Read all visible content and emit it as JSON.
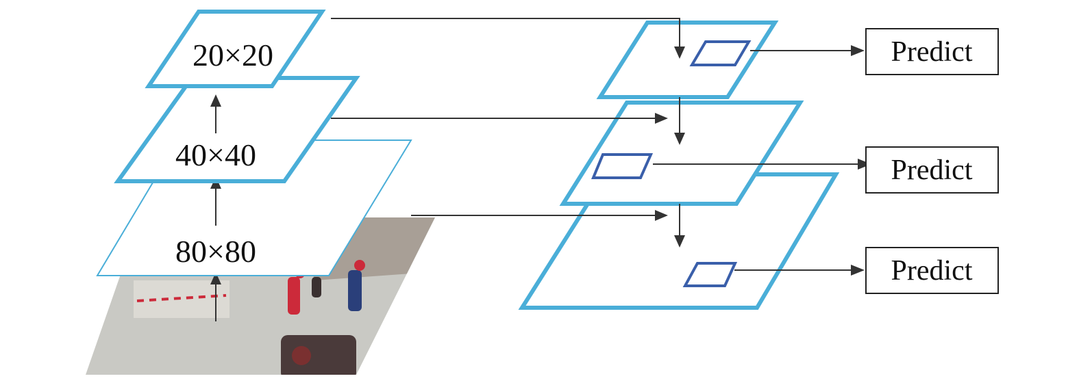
{
  "feature_pyramid": {
    "levels": [
      {
        "label": "80×80"
      },
      {
        "label": "40×40"
      },
      {
        "label": "20×20"
      }
    ]
  },
  "outputs": [
    {
      "label": "Predict"
    },
    {
      "label": "Predict"
    },
    {
      "label": "Predict"
    }
  ],
  "colors": {
    "plane_border": "#4aaed8",
    "anchor_box": "#3a5faa",
    "arrow": "#333333",
    "ground": "#c9c9c4",
    "wall": "#a89f96",
    "person_red": "#cc2a3a",
    "person_blue": "#2a3f7a",
    "vehicle": "#4a3a3a"
  }
}
